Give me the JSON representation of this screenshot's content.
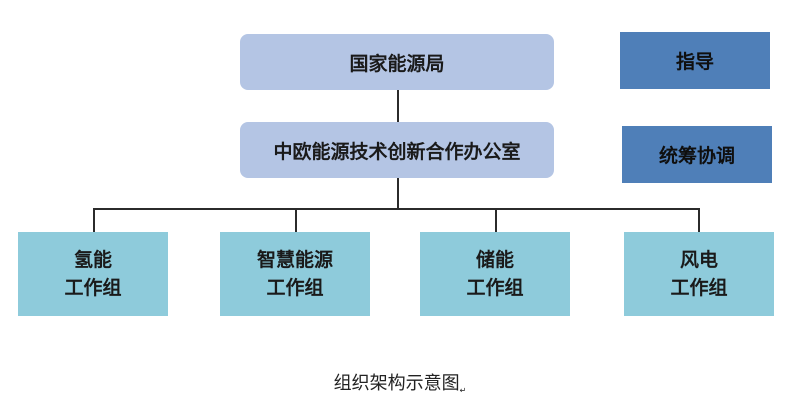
{
  "diagram": {
    "root": {
      "label": "国家能源局"
    },
    "office": {
      "label": "中欧能源技术创新合作办公室"
    },
    "side_labels": [
      {
        "label": "指导"
      },
      {
        "label": "统筹协调"
      }
    ],
    "groups": [
      {
        "line1": "氢能",
        "line2": "工作组"
      },
      {
        "line1": "智慧能源",
        "line2": "工作组"
      },
      {
        "line1": "储能",
        "line2": "工作组"
      },
      {
        "line1": "风电",
        "line2": "工作组"
      }
    ],
    "caption": "组织架构示意图",
    "caption_mark": "↵",
    "colors": {
      "top_nodes": "#b4c5e4",
      "side_nodes": "#4f7fb8",
      "group_nodes": "#8ecbdb",
      "connector": "#2b2b2b"
    }
  }
}
